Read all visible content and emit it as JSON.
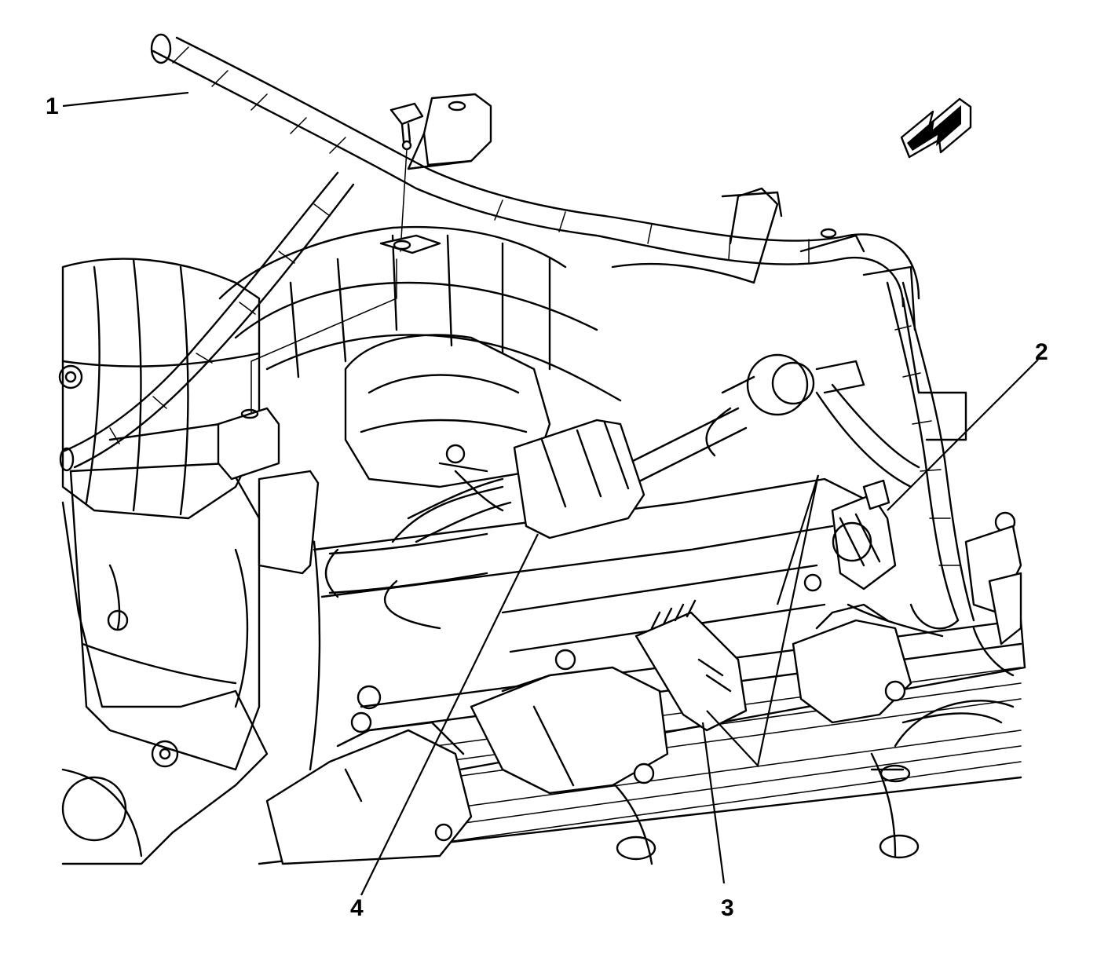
{
  "figure": {
    "type": "engine wiring harness exploded line illustration",
    "callouts": [
      {
        "id": "callout-1",
        "label": "1"
      },
      {
        "id": "callout-2",
        "label": "2"
      },
      {
        "id": "callout-3",
        "label": "3"
      },
      {
        "id": "callout-4",
        "label": "4"
      }
    ],
    "icons": [
      "direction-arrow-icon"
    ],
    "colors": {
      "line": "#000000",
      "background": "#ffffff"
    }
  }
}
